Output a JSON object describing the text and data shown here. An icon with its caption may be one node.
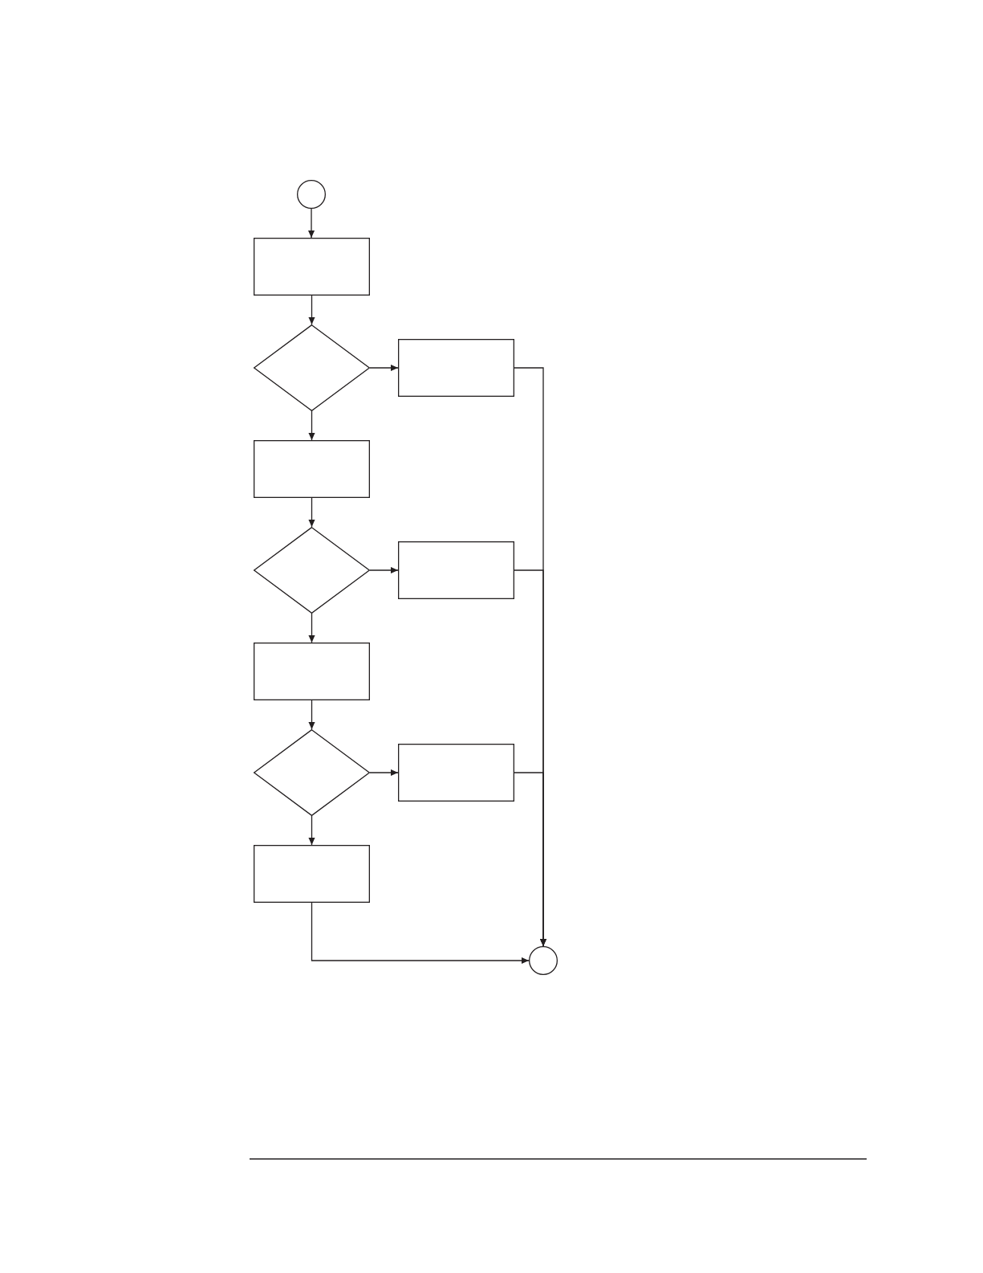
{
  "diagram": {
    "nodes": [
      {
        "text": [],
        "shape": "circle"
      },
      {
        "text": [],
        "shape": "box"
      },
      {
        "text": [],
        "shape": "diamond"
      },
      {
        "text": [],
        "shape": "box"
      },
      {
        "text": [],
        "shape": "box"
      },
      {
        "text": [],
        "shape": "diamond"
      },
      {
        "text": [],
        "shape": "box"
      },
      {
        "text": [],
        "shape": "box"
      },
      {
        "text": [],
        "shape": "diamond"
      },
      {
        "text": [],
        "shape": "box"
      },
      {
        "text": [],
        "shape": "box"
      },
      {
        "text": [],
        "shape": "circle"
      }
    ],
    "edges": [
      {
        "from": 0,
        "to": 1,
        "arrow": "to"
      },
      {
        "from": 1,
        "to": 2,
        "arrow": "to"
      },
      {
        "from": 2,
        "to": 3,
        "arrow": "to"
      },
      {
        "from": 2,
        "to": 4,
        "arrow": "to"
      },
      {
        "from": 3,
        "to": 11,
        "arrow": "to"
      },
      {
        "from": 4,
        "to": 5,
        "arrow": "to"
      },
      {
        "from": 5,
        "to": 6,
        "arrow": "to"
      },
      {
        "from": 5,
        "to": 7,
        "arrow": "to"
      },
      {
        "from": 6,
        "to": 11,
        "arrow": "to"
      },
      {
        "from": 7,
        "to": 8,
        "arrow": "to"
      },
      {
        "from": 8,
        "to": 9,
        "arrow": "to"
      },
      {
        "from": 8,
        "to": 10,
        "arrow": "to"
      },
      {
        "from": 9,
        "to": 11,
        "arrow": "to"
      },
      {
        "from": 10,
        "to": 11,
        "arrow": "to"
      }
    ]
  }
}
